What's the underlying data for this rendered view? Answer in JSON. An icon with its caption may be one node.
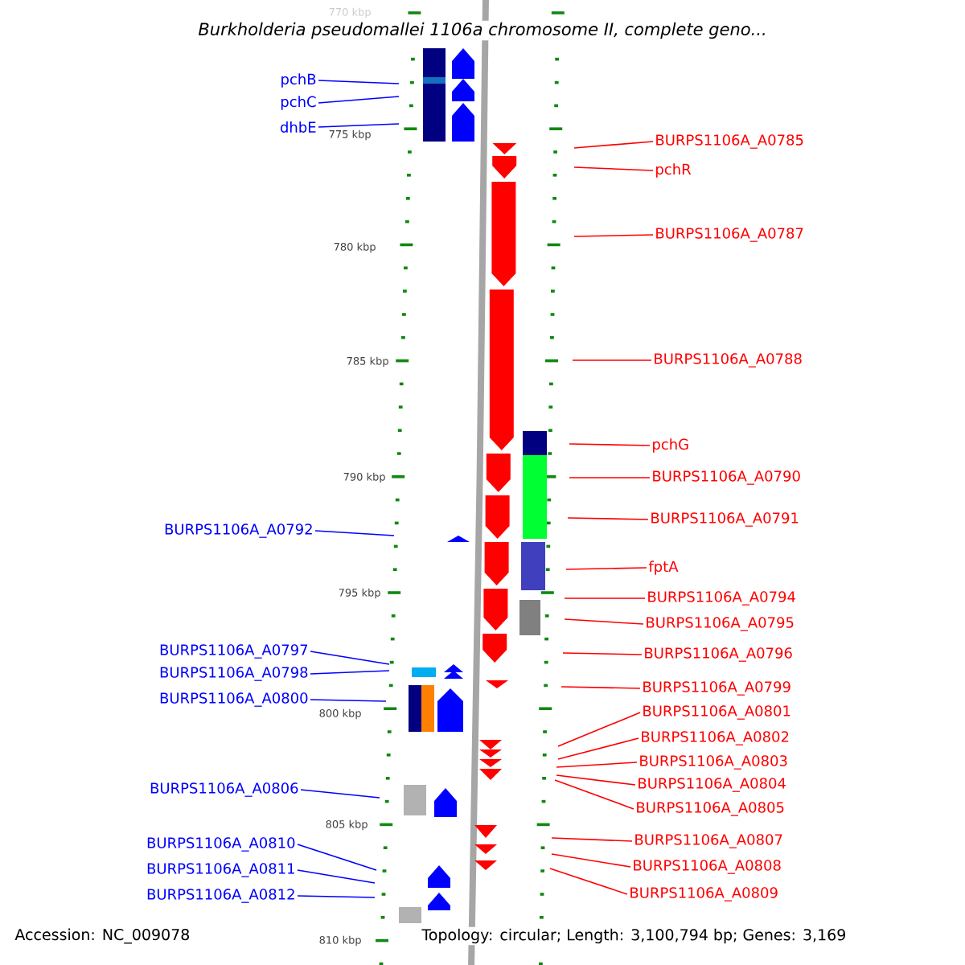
{
  "diagram": {
    "title": "Burkholderia pseudomallei 1106a chromosome II, complete geno...",
    "nodes": [
      {
        "text": [
          "pchB"
        ]
      },
      {
        "text": [
          "pchC"
        ]
      },
      {
        "text": [
          "dhbE"
        ]
      },
      {
        "text": [
          "BURPS1106A_A0792"
        ]
      },
      {
        "text": [
          "BURPS1106A_A0797"
        ]
      },
      {
        "text": [
          "BURPS1106A_A0798"
        ]
      },
      {
        "text": [
          "BURPS1106A_A0800"
        ]
      },
      {
        "text": [
          "BURPS1106A_A0806"
        ]
      },
      {
        "text": [
          "BURPS1106A_A0810"
        ]
      },
      {
        "text": [
          "BURPS1106A_A0811"
        ]
      },
      {
        "text": [
          "BURPS1106A_A0812"
        ]
      },
      {
        "text": [
          "BURPS1106A_A0785"
        ]
      },
      {
        "text": [
          "pchR"
        ]
      },
      {
        "text": [
          "BURPS1106A_A0787"
        ]
      },
      {
        "text": [
          "BURPS1106A_A0788"
        ]
      },
      {
        "text": [
          "pchG"
        ]
      },
      {
        "text": [
          "BURPS1106A_A0790"
        ]
      },
      {
        "text": [
          "BURPS1106A_A0791"
        ]
      },
      {
        "text": [
          "fptA"
        ]
      },
      {
        "text": [
          "BURPS1106A_A0794"
        ]
      },
      {
        "text": [
          "BURPS1106A_A0795"
        ]
      },
      {
        "text": [
          "BURPS1106A_A0796"
        ]
      },
      {
        "text": [
          "BURPS1106A_A0799"
        ]
      },
      {
        "text": [
          "BURPS1106A_A0801"
        ]
      },
      {
        "text": [
          "BURPS1106A_A0802"
        ]
      },
      {
        "text": [
          "BURPS1106A_A0803"
        ]
      },
      {
        "text": [
          "BURPS1106A_A0804"
        ]
      },
      {
        "text": [
          "BURPS1106A_A0805"
        ]
      },
      {
        "text": [
          "BURPS1106A_A0807"
        ]
      },
      {
        "text": [
          "BURPS1106A_A0808"
        ]
      },
      {
        "text": [
          "BURPS1106A_A0809"
        ]
      }
    ],
    "edges": [
      {
        "from": 0,
        "to": null,
        "arrow": "none",
        "color": "#0000ff"
      },
      {
        "from": 1,
        "to": null,
        "arrow": "none",
        "color": "#0000ff"
      },
      {
        "from": 2,
        "to": null,
        "arrow": "none",
        "color": "#0000ff"
      },
      {
        "from": 3,
        "to": null,
        "arrow": "none",
        "color": "#0000ff"
      },
      {
        "from": 4,
        "to": null,
        "arrow": "none",
        "color": "#0000ff"
      },
      {
        "from": 5,
        "to": null,
        "arrow": "none",
        "color": "#0000ff"
      },
      {
        "from": 6,
        "to": null,
        "arrow": "none",
        "color": "#0000ff"
      },
      {
        "from": 7,
        "to": null,
        "arrow": "none",
        "color": "#0000ff"
      },
      {
        "from": 8,
        "to": null,
        "arrow": "none",
        "color": "#0000ff"
      },
      {
        "from": 9,
        "to": null,
        "arrow": "none",
        "color": "#0000ff"
      },
      {
        "from": 10,
        "to": null,
        "arrow": "none",
        "color": "#0000ff"
      },
      {
        "from": 11,
        "to": null,
        "arrow": "none"
      },
      {
        "from": 12,
        "to": null,
        "arrow": "none"
      },
      {
        "from": 13,
        "to": null,
        "arrow": "none"
      },
      {
        "from": 14,
        "to": null,
        "arrow": "none"
      },
      {
        "from": 15,
        "to": null,
        "arrow": "none"
      },
      {
        "from": 16,
        "to": null,
        "arrow": "none"
      },
      {
        "from": 17,
        "to": null,
        "arrow": "none"
      },
      {
        "from": 18,
        "to": null,
        "arrow": "none"
      },
      {
        "from": 19,
        "to": null,
        "arrow": "none"
      },
      {
        "from": 20,
        "to": null,
        "arrow": "none"
      },
      {
        "from": 21,
        "to": null,
        "arrow": "none"
      },
      {
        "from": 22,
        "to": null,
        "arrow": "none"
      },
      {
        "from": 23,
        "to": null,
        "arrow": "none"
      },
      {
        "from": 24,
        "to": null,
        "arrow": "none"
      },
      {
        "from": 25,
        "to": null,
        "arrow": "none"
      },
      {
        "from": 26,
        "to": null,
        "arrow": "none"
      },
      {
        "from": 27,
        "to": null,
        "arrow": "none"
      },
      {
        "from": 28,
        "to": null,
        "arrow": "none"
      },
      {
        "from": 29,
        "to": null,
        "arrow": "none"
      },
      {
        "from": 30,
        "to": null,
        "arrow": "none"
      }
    ],
    "labels": [
      "770 kbp",
      "775 kbp",
      "780 kbp",
      "785 kbp",
      "790 kbp",
      "795 kbp",
      "800 kbp",
      "805 kbp",
      "810 kbp",
      "Accession: NC_009078",
      "Topology: circular; Length: 3,100,794 bp; Genes: 3,169"
    ]
  }
}
